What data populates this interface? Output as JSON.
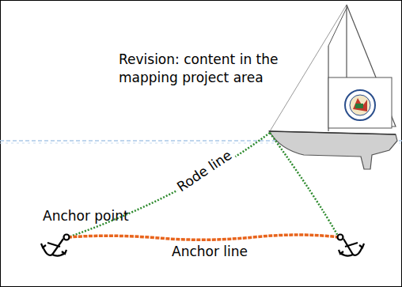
{
  "diagram": {
    "labels": [
      "Revision: content in the mapping project area",
      "Rode line",
      "Anchor point",
      "Anchor line"
    ]
  }
}
